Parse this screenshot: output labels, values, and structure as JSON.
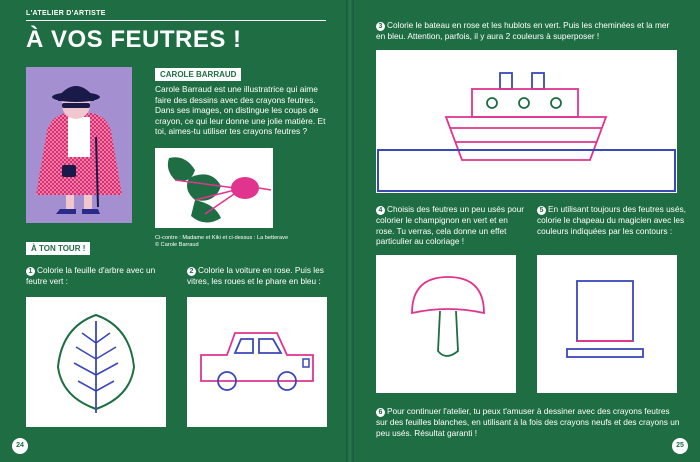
{
  "left_page": {
    "kicker": "L'ATELIER D'ARTISTE",
    "title": "À VOS FEUTRES !",
    "artist_tag": "CAROLE BARRAUD",
    "bio": "Carole Barraud est une illustratrice qui aime faire des dessins avec des crayons feutres. Dans ses images, on distingue les coups de crayon, ce qui leur donne une jolie matière. Et toi, aimes-tu utiliser tes crayons feutres ?",
    "credit_line1": "Ci-contre : Madame et Kiki et ci-dessus : La betterave",
    "credit_line2": "© Carole Barraud",
    "your_turn_tag": "À TON TOUR !",
    "step1": {
      "number": "1",
      "text": "Colorie la feuille d'arbre avec un feutre vert :"
    },
    "step2": {
      "number": "2",
      "text": "Colorie la voiture en rose. Puis les vitres, les roues et le phare en bleu :"
    },
    "page_number": "24"
  },
  "right_page": {
    "step3": {
      "number": "3",
      "text": "Colorie le bateau en rose et les hublots en vert. Puis les cheminées et la mer en bleu. Attention, parfois, il y aura 2 couleurs à superposer !"
    },
    "step4": {
      "number": "4",
      "text": "Choisis des feutres un peu usés pour colorier le champignon en vert et en rose. Tu verras, cela donne un effet particulier au coloriage !"
    },
    "step5": {
      "number": "5",
      "text": "En utilisant toujours des feutres usés, colorie le chapeau du magicien avec les couleurs indiquées par les contours :"
    },
    "step6": {
      "number": "6",
      "text": "Pour continuer l'atelier, tu peux t'amuser à dessiner avec des crayons feutres sur des feuilles blanches, en utilisant à la fois des crayons neufs et des crayons un peu usés. Résultat garanti !"
    },
    "page_number": "25"
  },
  "colors": {
    "background": "#1f6e43",
    "pink": "#e0348f",
    "blue": "#3a48b8",
    "green": "#1f6e43"
  }
}
